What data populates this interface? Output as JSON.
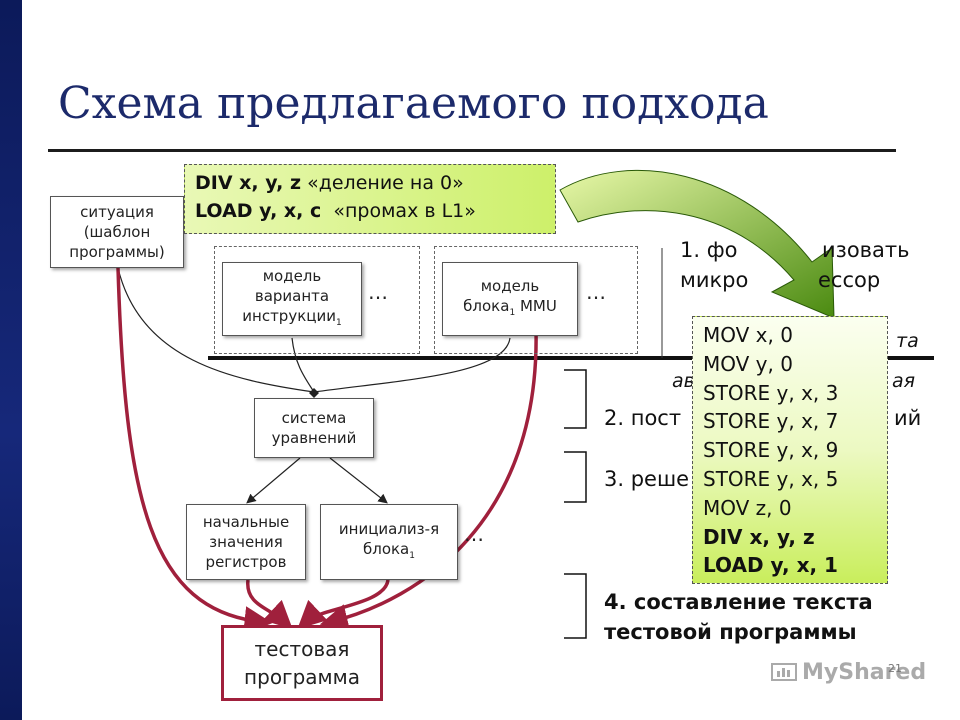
{
  "title": "Схема предлагаемого подхода",
  "codebox": {
    "line1_cmd": "DIV x, y, z",
    "line1_note": "«деление на 0»",
    "line2_cmd": "LOAD y, x, c",
    "line2_note": "«промах в L1»"
  },
  "nodes": {
    "situation": [
      "ситуация",
      "(шаблон",
      "программы)"
    ],
    "instr_model": [
      "модель",
      "варианта",
      "инструкции"
    ],
    "instr_model_sub": "1",
    "mmu_model": [
      "модель",
      "блока",
      "MMU"
    ],
    "mmu_model_sub": "1",
    "equations": [
      "система",
      "уравнений"
    ],
    "initial_values": [
      "начальные",
      "значения",
      "регистров"
    ],
    "block_init": [
      "инициализ-я",
      "блока"
    ],
    "block_init_sub": "1",
    "ellipsis": "…",
    "test_program": [
      "тестовая",
      "программа"
    ]
  },
  "steps": {
    "s1_a": "1. фо",
    "s1_b": "изовать",
    "s1_c": "микро",
    "s1_d": "ессор",
    "s1_right": "та",
    "s1_auto_a": "ав",
    "s1_auto_b": "ая",
    "s2": "2. пост",
    "s2_right": "ий",
    "s3": "3. реше",
    "s4_line1": "4. составление текста",
    "s4_line2": "тестовой программы"
  },
  "program": [
    {
      "text": "MOV x, 0",
      "bold": false
    },
    {
      "text": "MOV y, 0",
      "bold": false
    },
    {
      "text": "STORE y, x, 3",
      "bold": false
    },
    {
      "text": "STORE y, x, 7",
      "bold": false
    },
    {
      "text": "STORE y, x, 9",
      "bold": false
    },
    {
      "text": "STORE y, x, 5",
      "bold": false
    },
    {
      "text": "MOV z, 0",
      "bold": false
    },
    {
      "text": "DIV x, y, z",
      "bold": true
    },
    {
      "text": "LOAD y, x, 1",
      "bold": true
    }
  ],
  "logo_text": "MyShared",
  "slide_number": "21",
  "colors": {
    "accent_red": "#a0203c",
    "title_blue": "#1c2a6b",
    "arrow_green": "#6aa020",
    "code_green": "#cdf06a"
  }
}
